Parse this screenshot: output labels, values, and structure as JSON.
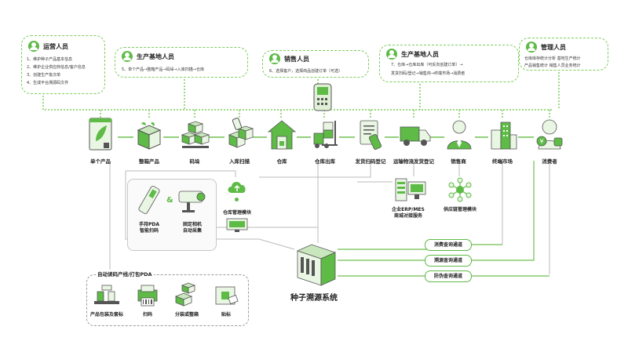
{
  "roles": {
    "operations": {
      "title": "运营人员",
      "lines": [
        "1、维护种子产品基本信息",
        "2、维护企业供应商信息/客户信息",
        "3、创建生产批次单",
        "4、生成平台溯源码文件"
      ]
    },
    "production1": {
      "title": "生产基地人员",
      "lines": [
        "5、单个产品→整箱产品→码垛→入库扫描→仓库"
      ]
    },
    "sales": {
      "title": "销售人员",
      "lines": [
        "6、选择客户，选择商品创建订单（可选）"
      ]
    },
    "production2": {
      "title": "生产基地人员",
      "lines": [
        "7、仓库→仓库出库（可反向创建订单）→",
        "发货扫码/登记→销售商→终端市场→消费者"
      ]
    },
    "management": {
      "title": "管理人员",
      "lines": [
        "仓库库存统计分析    基地生产统计",
        "产品销售统计    销售人员业务统计"
      ]
    }
  },
  "stages": [
    "单个产品",
    "整箱产品",
    "码垛",
    "入库扫描",
    "仓库",
    "仓库出库",
    "发货扫码登记",
    "运输物流发货登记",
    "销售商",
    "终端市场",
    "消费者"
  ],
  "devices": {
    "pda": [
      "手持PDA",
      "智能扫码"
    ],
    "camera": [
      "固定相机",
      "自动采集"
    ]
  },
  "warehouse_module": "仓库管理模块",
  "erp": [
    "企业ERP/MES",
    "商城对接服务"
  ],
  "supply_chain": "供应链管理模块",
  "channels": [
    "消费查询通道",
    "溯源查询通道",
    "防伪查询通道"
  ],
  "system": "种子溯源系统",
  "auto_line": {
    "title": "自动读码产线/打包PDA",
    "items": [
      "产品包装及套标",
      "扫码",
      "分装或整箱",
      "贴标"
    ]
  },
  "colors": {
    "green": "#5dbb46",
    "green_light": "#eaf6e4",
    "dashed": "#7ccd5c"
  }
}
